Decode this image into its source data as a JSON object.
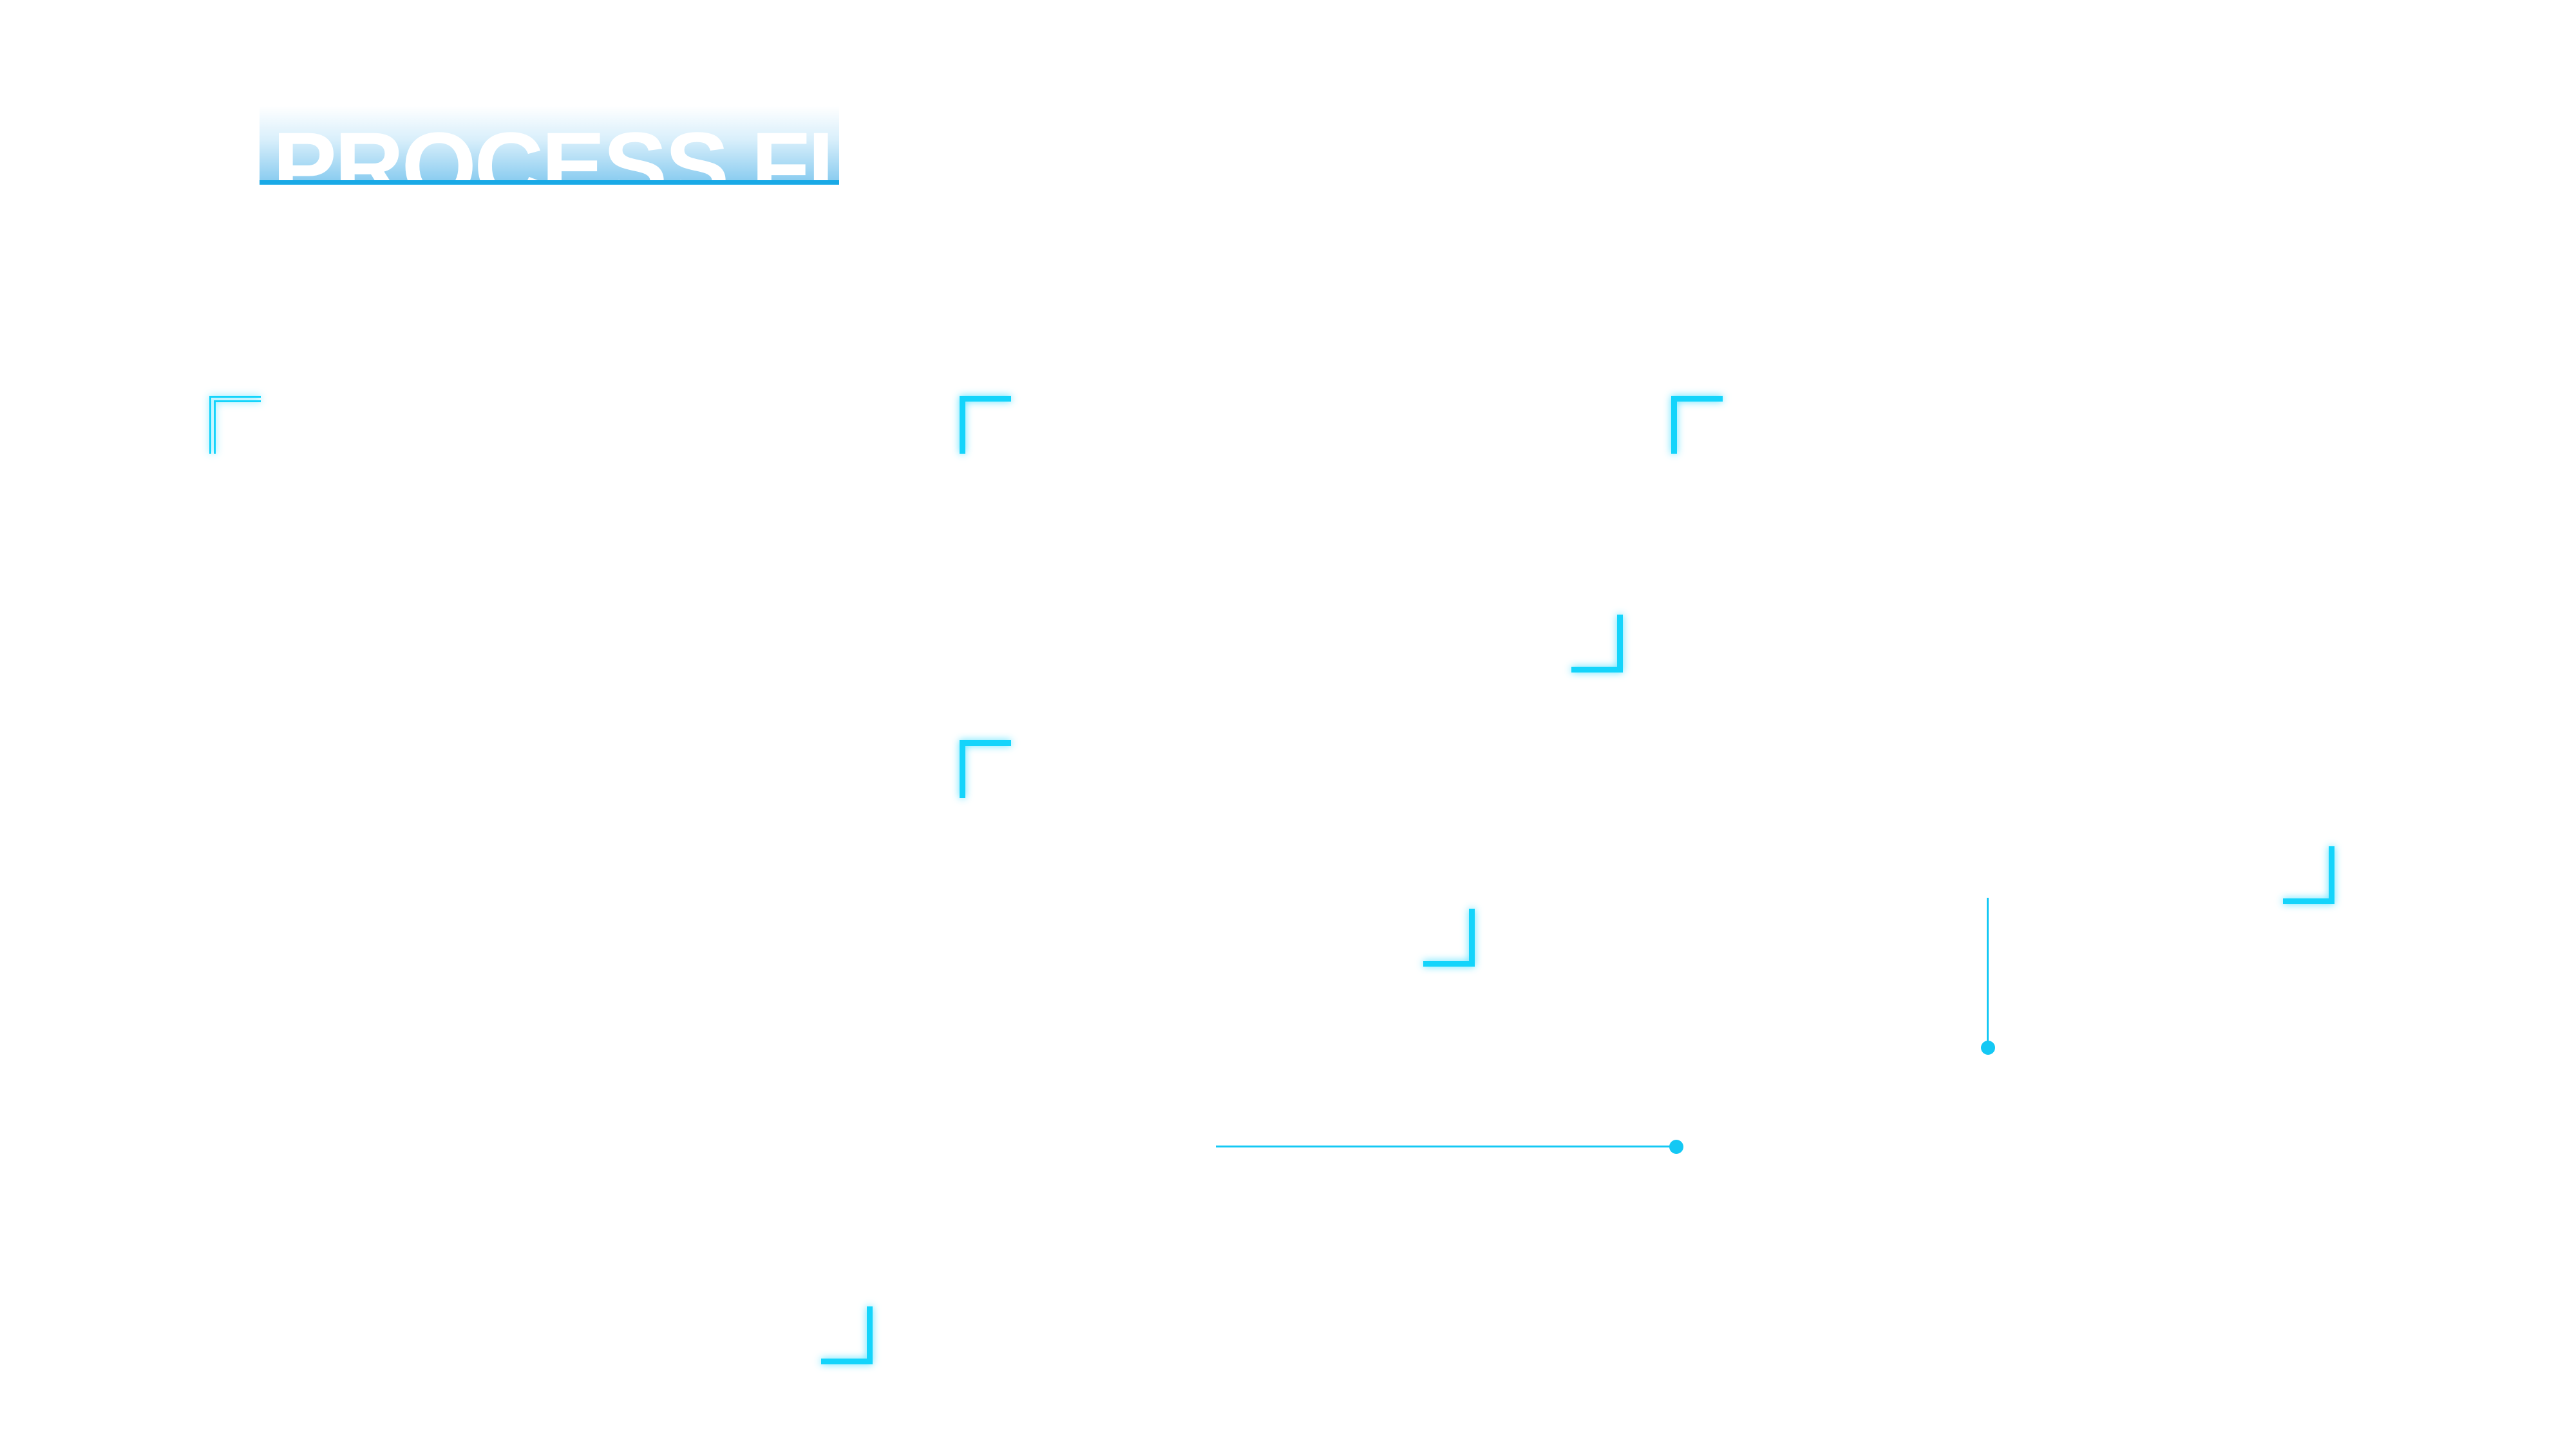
{
  "slide": {
    "title": "PROCESS FLOW"
  },
  "theme": {
    "accent": "#14d4fb",
    "banner_underline": "#19a9e6",
    "background": "#ffffff"
  },
  "frames": [
    {
      "id": "frame-1",
      "style": "double-line"
    },
    {
      "id": "frame-2",
      "style": "single-line"
    },
    {
      "id": "frame-3",
      "style": "single-line"
    },
    {
      "id": "frame-4",
      "style": "single-line"
    }
  ],
  "connectors": [
    {
      "id": "connector-horizontal",
      "orientation": "horizontal",
      "end_marker": "dot"
    },
    {
      "id": "connector-vertical",
      "orientation": "vertical",
      "end_marker": "dot"
    }
  ]
}
